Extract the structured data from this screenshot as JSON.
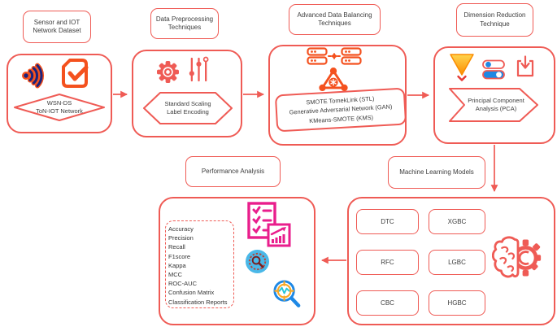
{
  "colors": {
    "outline_red": "#ef5b55",
    "icon_orange": "#f4511e",
    "icon_navy": "#1a237e",
    "icon_pink": "#e91e8c",
    "icon_blue": "#1e88e5",
    "icon_light_blue": "#4ab8e8",
    "icon_teal": "#26c6da",
    "funnel_yellow": "#ffd54f",
    "funnel_orange": "#fb8c00",
    "text": "#3d3d3d"
  },
  "stage1": {
    "title": "Sensor and IOT\nNetwork Dataset",
    "dataset_label": "WSN-DS\nToN-IOT Network"
  },
  "stage2": {
    "title": "Data Preprocessing\nTechniques",
    "methods_label": "Standard Scaling\nLabel Encoding"
  },
  "stage3": {
    "title": "Advanced Data Balancing\nTechniques",
    "methods_label": "SMOTE TomekLink (STL)\nGenerative Adversarial Network (GAN)\nKMeans-SMOTE (KMS)"
  },
  "stage4": {
    "title": "Dimension Reduction\nTechnique",
    "method_label": "Principal Component\nAnalysis (PCA)"
  },
  "ml": {
    "title": "Machine Learning Models",
    "models": [
      "DTC",
      "XGBC",
      "RFC",
      "LGBC",
      "CBC",
      "HGBC"
    ]
  },
  "performance": {
    "title": "Performance Analysis",
    "metrics": [
      "Accuracy",
      "Precision",
      "Recall",
      "F1score",
      "Kappa",
      "MCC",
      "ROC-AUC",
      "Confusion Matrix",
      "Classification Reports"
    ]
  }
}
